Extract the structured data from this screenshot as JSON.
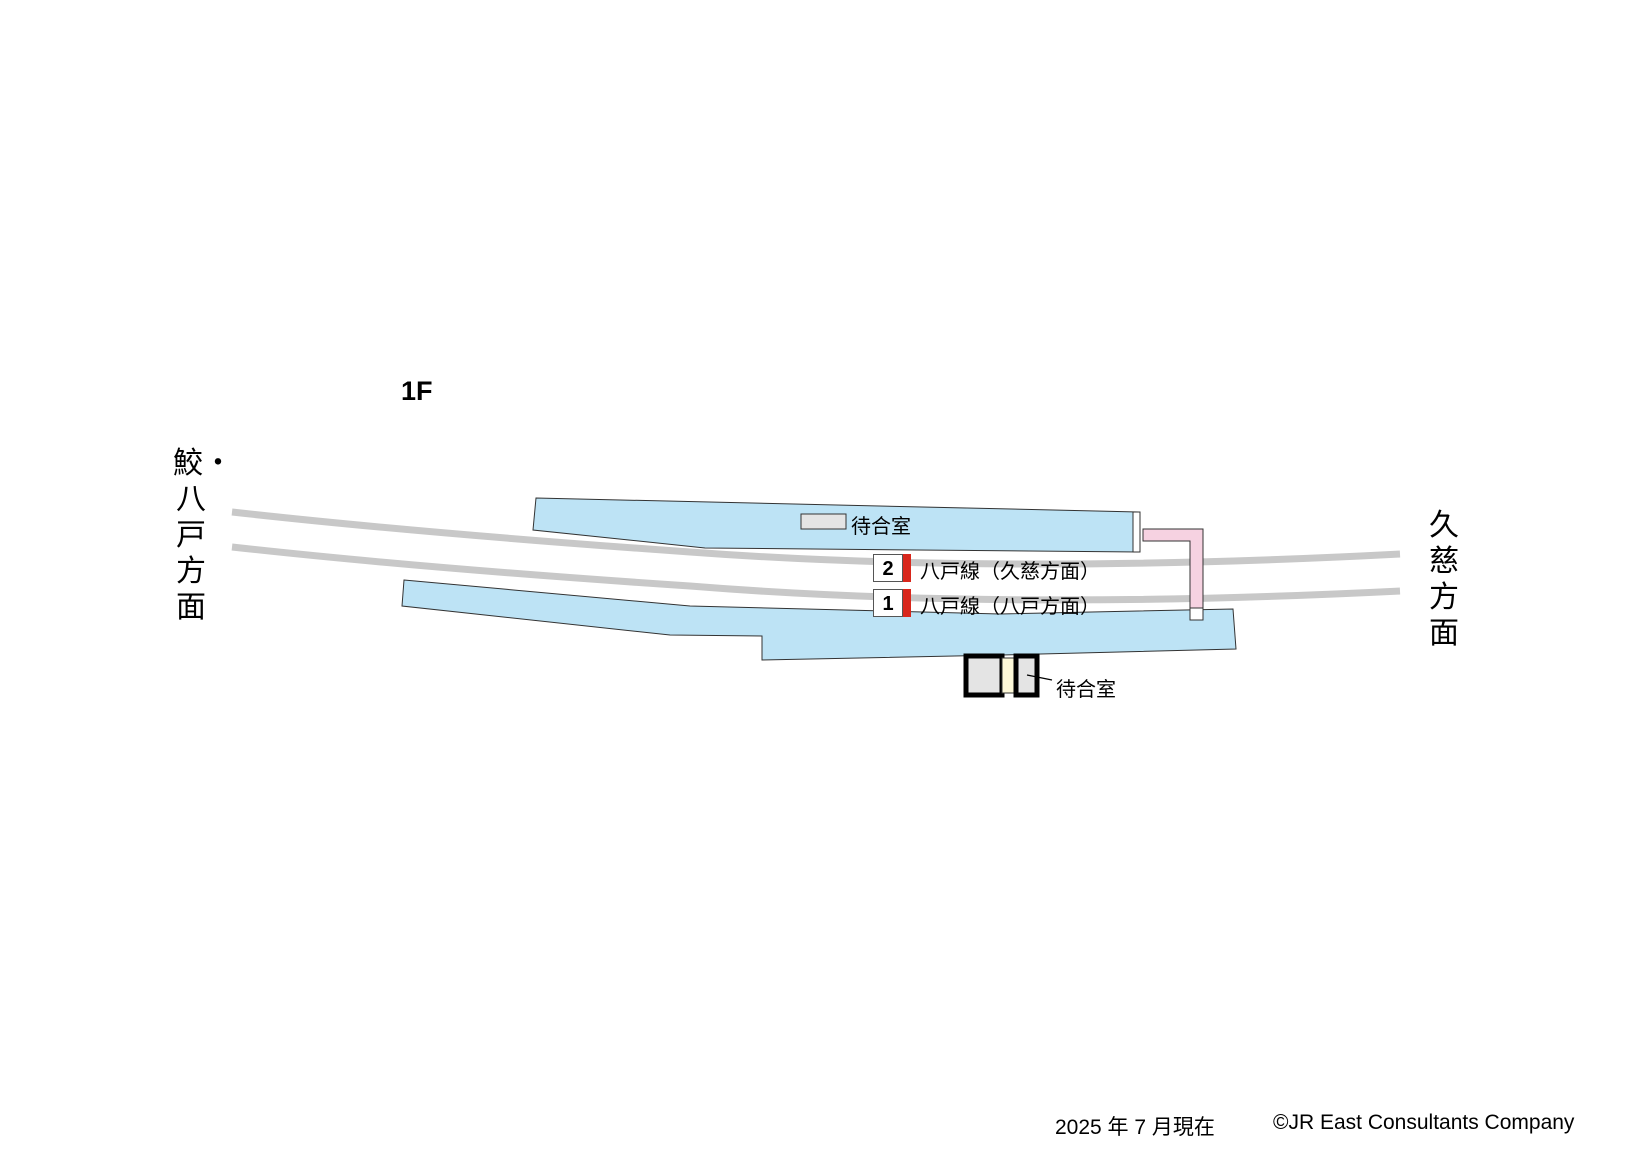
{
  "floor_label": "1F",
  "directions": {
    "left": "鮫・八戸方面",
    "right": "久慈方面"
  },
  "platforms": [
    {
      "number": "2",
      "line_label": "八戸線（久慈方面）"
    },
    {
      "number": "1",
      "line_label": "八戸線（八戸方面）"
    }
  ],
  "waiting_rooms": {
    "platform": "待合室",
    "station": "待合室"
  },
  "footer": {
    "date": "2025 年 7 月現在",
    "copyright": "©JR East Consultants Company"
  },
  "colors": {
    "platform_fill": "#bde3f5",
    "track": "#c8c8c8",
    "footbridge": "#f6d2e1",
    "waiting_room_fill": "#e4e4e4",
    "entrance_fill": "#fdf8d8",
    "platform_marker": "#d8271c"
  }
}
